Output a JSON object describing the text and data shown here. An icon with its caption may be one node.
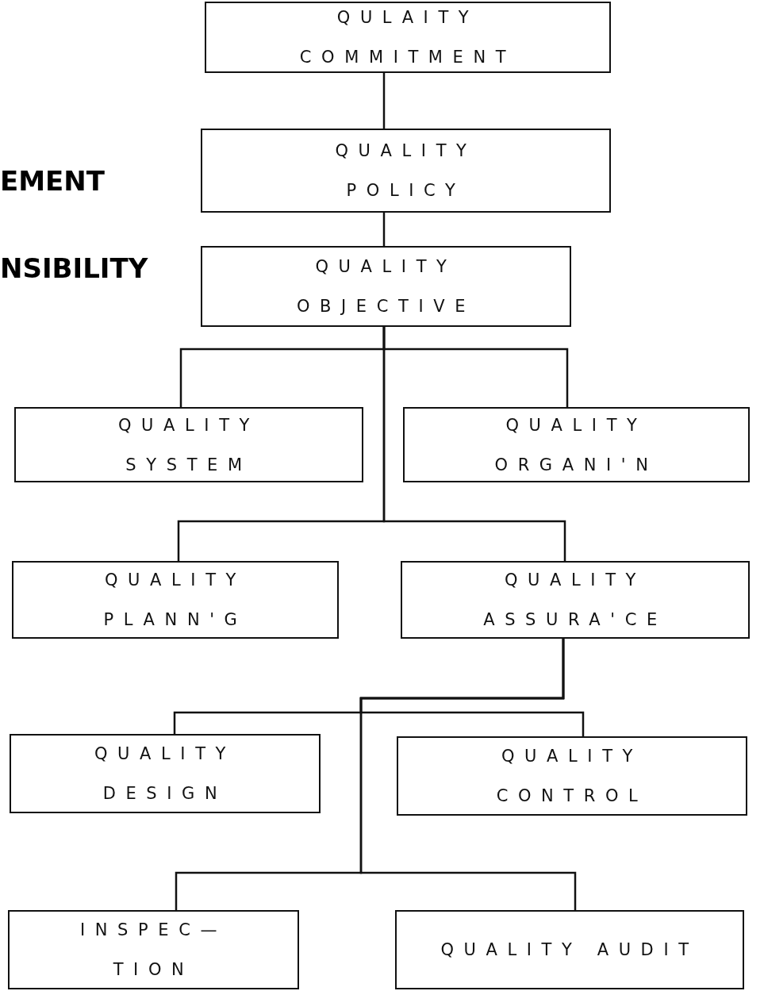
{
  "diagram": {
    "nodes": [
      {
        "text": [
          "QULAITY COMMITMENT"
        ]
      },
      {
        "text": [
          "QUALITY POLICY"
        ]
      },
      {
        "text": [
          "QUALITY OBJECTIVE"
        ]
      },
      {
        "text": [
          "QUALITY SYSTEM"
        ]
      },
      {
        "text": [
          "QUALITY ORGANI'N"
        ]
      },
      {
        "text": [
          "QUALITY PLANN'G"
        ]
      },
      {
        "text": [
          "QUALITY ASSURA'CE"
        ]
      },
      {
        "text": [
          "QUALITY DESIGN"
        ]
      },
      {
        "text": [
          "QUALITY CONTROL"
        ]
      },
      {
        "text": [
          "INSPEC— TION"
        ]
      },
      {
        "text": [
          "QUALITY AUDIT"
        ]
      }
    ],
    "edges": [
      {
        "from": 0,
        "to": 1,
        "arrow": "none"
      },
      {
        "from": 1,
        "to": 2,
        "arrow": "none"
      },
      {
        "from": 2,
        "to": 3,
        "arrow": "none"
      },
      {
        "from": 2,
        "to": 4,
        "arrow": "none"
      },
      {
        "from": 2,
        "to": 5,
        "arrow": "none"
      },
      {
        "from": 2,
        "to": 6,
        "arrow": "none"
      },
      {
        "from": 6,
        "to": 7,
        "arrow": "none"
      },
      {
        "from": 6,
        "to": 8,
        "arrow": "none"
      },
      {
        "from": 6,
        "to": 9,
        "arrow": "none"
      },
      {
        "from": 6,
        "to": 10,
        "arrow": "none"
      }
    ],
    "labels": [
      "EMENT",
      "NSIBILITY"
    ]
  }
}
